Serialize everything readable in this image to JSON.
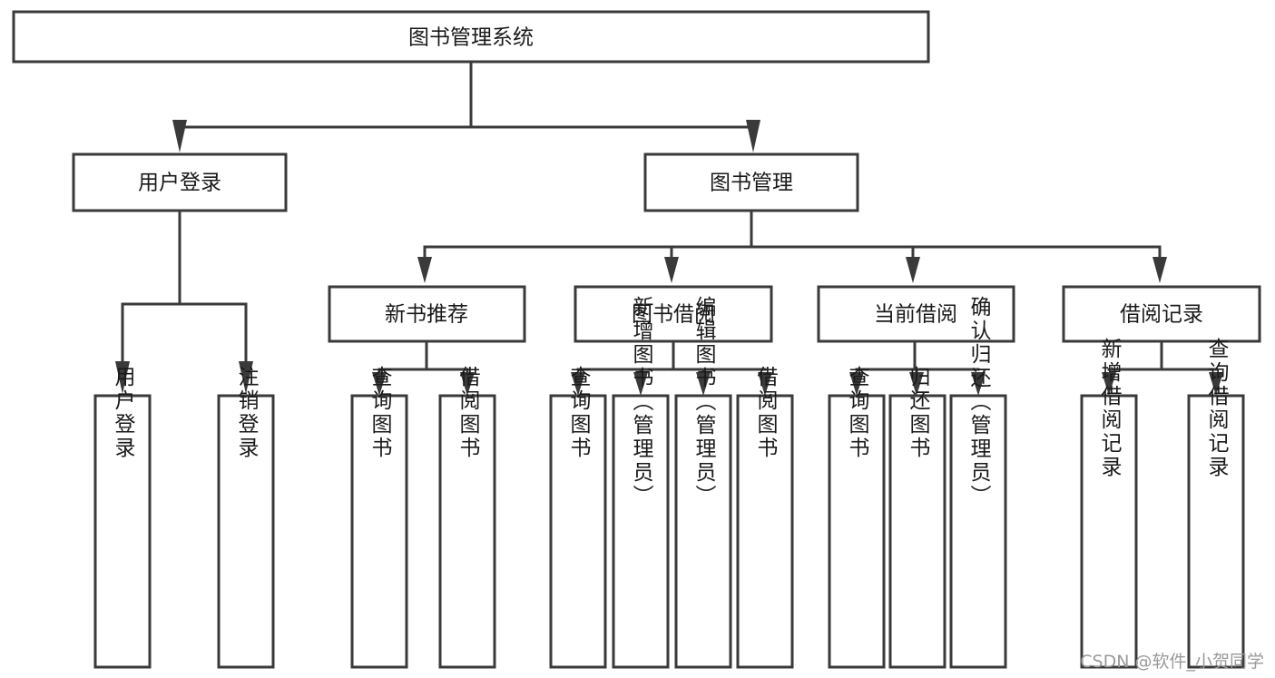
{
  "diagram": {
    "type": "tree-hierarchy-chart",
    "title": "图书管理系统",
    "watermark": "CSDN @软件_小贺同学",
    "colors": {
      "stroke": "#3a3a3a",
      "fill": "#ffffff",
      "text": "#1a1a1a",
      "watermark": "#9a9a9a"
    },
    "levels": {
      "level1": [
        {
          "id": "root",
          "label": "图书管理系统",
          "orientation": "horizontal"
        }
      ],
      "level2": [
        {
          "id": "user-login",
          "label": "用户登录",
          "orientation": "horizontal"
        },
        {
          "id": "book-manage",
          "label": "图书管理",
          "orientation": "horizontal"
        }
      ],
      "level3": [
        {
          "id": "new-book-rec",
          "label": "新书推荐",
          "orientation": "horizontal",
          "parent": "book-manage"
        },
        {
          "id": "book-borrow",
          "label": "图书借阅",
          "orientation": "horizontal",
          "parent": "book-manage"
        },
        {
          "id": "current-borrow",
          "label": "当前借阅",
          "orientation": "horizontal",
          "parent": "book-manage"
        },
        {
          "id": "borrow-record",
          "label": "借阅记录",
          "orientation": "horizontal",
          "parent": "book-manage"
        }
      ],
      "level4": [
        {
          "id": "leaf-user-login",
          "label": "用户登录",
          "orientation": "vertical",
          "parent": "user-login"
        },
        {
          "id": "leaf-user-logout",
          "label": "注销登录",
          "orientation": "vertical",
          "parent": "user-login"
        },
        {
          "id": "leaf-query-book-1",
          "label": "查询图书",
          "orientation": "vertical",
          "parent": "new-book-rec"
        },
        {
          "id": "leaf-borrow-book-1",
          "label": "借阅图书",
          "orientation": "vertical",
          "parent": "new-book-rec"
        },
        {
          "id": "leaf-query-book-2",
          "label": "查询图书",
          "orientation": "vertical",
          "parent": "book-borrow"
        },
        {
          "id": "leaf-add-book",
          "label": "新增图书（管理员）",
          "orientation": "vertical",
          "parent": "book-borrow"
        },
        {
          "id": "leaf-edit-book",
          "label": "编辑图书（管理员）",
          "orientation": "vertical",
          "parent": "book-borrow"
        },
        {
          "id": "leaf-borrow-book-2",
          "label": "借阅图书",
          "orientation": "vertical",
          "parent": "book-borrow"
        },
        {
          "id": "leaf-query-book-3",
          "label": "查询图书",
          "orientation": "vertical",
          "parent": "current-borrow"
        },
        {
          "id": "leaf-return-book",
          "label": "归还图书",
          "orientation": "vertical",
          "parent": "current-borrow"
        },
        {
          "id": "leaf-confirm-return",
          "label": "确认归还（管理员）",
          "orientation": "vertical",
          "parent": "current-borrow"
        },
        {
          "id": "leaf-add-record",
          "label": "新增借阅记录",
          "orientation": "vertical",
          "parent": "borrow-record"
        },
        {
          "id": "leaf-query-record",
          "label": "查询借阅记录",
          "orientation": "vertical",
          "parent": "borrow-record"
        }
      ]
    },
    "nodes": {
      "root": "图书管理系统",
      "user_login": "用户登录",
      "book_manage": "图书管理",
      "new_book_rec": "新书推荐",
      "book_borrow": "图书借阅",
      "current_borrow": "当前借阅",
      "borrow_record": "借阅记录",
      "leaf_user_login": "用户登录",
      "leaf_user_logout": "注销登录",
      "leaf_query_book_1": "查询图书",
      "leaf_borrow_book_1": "借阅图书",
      "leaf_query_book_2": "查询图书",
      "leaf_add_book": "新增图书（管理员）",
      "leaf_edit_book": "编辑图书（管理员）",
      "leaf_borrow_book_2": "借阅图书",
      "leaf_query_book_3": "查询图书",
      "leaf_return_book": "归还图书",
      "leaf_confirm_return": "确认归还（管理员）",
      "leaf_add_record": "新增借阅记录",
      "leaf_query_record": "查询借阅记录"
    }
  }
}
